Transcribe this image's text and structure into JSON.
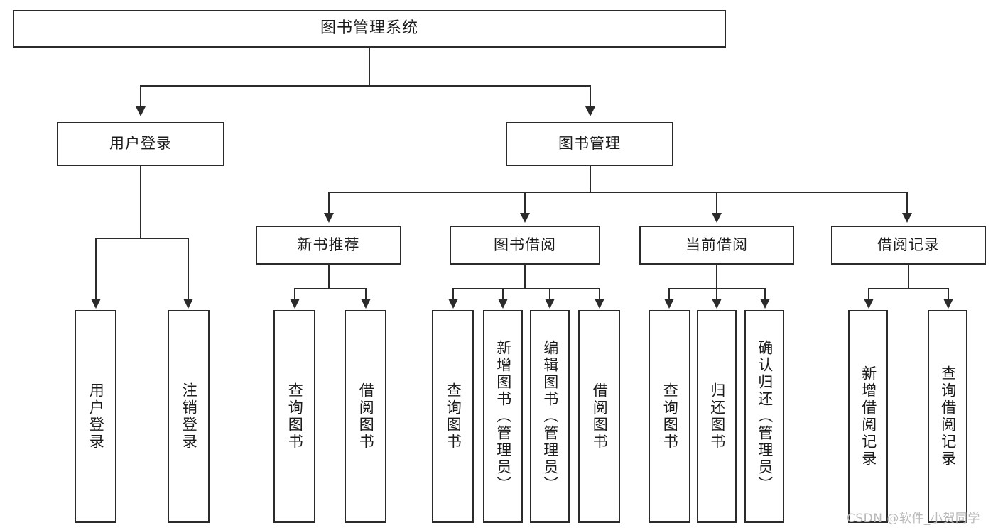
{
  "diagram": {
    "title": "图书管理系统",
    "type": "功能结构图",
    "watermark": "CSDN @软件_小贺同学",
    "colors": {
      "stroke": "#2b2b2b",
      "fill": "#ffffff",
      "text": "#1b1b1b",
      "watermark": "#b9b9b9"
    },
    "root": {
      "label": "图书管理系统"
    },
    "level2": [
      {
        "label": "用户登录"
      },
      {
        "label": "图书管理"
      }
    ],
    "level3": [
      {
        "label": "新书推荐"
      },
      {
        "label": "图书借阅"
      },
      {
        "label": "当前借阅"
      },
      {
        "label": "借阅记录"
      }
    ],
    "leaves": {
      "user_login": [
        {
          "label": "用户登录"
        },
        {
          "label": "注销登录"
        }
      ],
      "new_book": [
        {
          "label": "查询图书"
        },
        {
          "label": "借阅图书"
        }
      ],
      "book_borrow": [
        {
          "label": "查询图书"
        },
        {
          "label": "新增图书（管理员）"
        },
        {
          "label": "编辑图书（管理员）"
        },
        {
          "label": "借阅图书"
        }
      ],
      "current_borrow": [
        {
          "label": "查询图书"
        },
        {
          "label": "归还图书"
        },
        {
          "label": "确认归还（管理员）"
        }
      ],
      "borrow_record": [
        {
          "label": "新增借阅记录"
        },
        {
          "label": "查询借阅记录"
        }
      ]
    }
  }
}
